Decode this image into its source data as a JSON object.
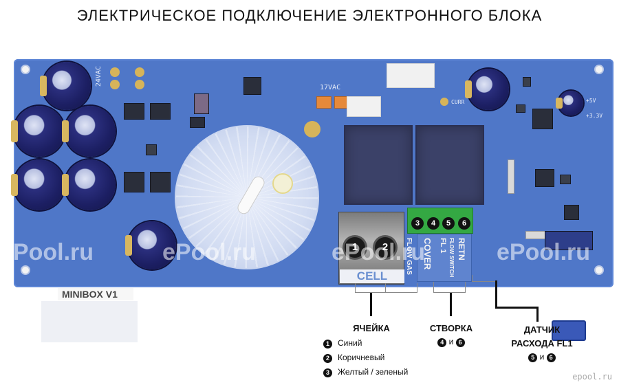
{
  "title": "ЭЛЕКТРИЧЕСКОЕ ПОДКЛЮЧЕНИЕ ЭЛЕКТРОННОГО БЛОКА",
  "board": {
    "name": "MINIBOX V1",
    "silk": {
      "v24": "24VAC",
      "v17": "17VAC",
      "plus5": "+5V",
      "plus33": "+3.3V",
      "curr": "CURR"
    },
    "terminal_cell": {
      "label": "CELL",
      "screw1": "1",
      "screw2": "2",
      "side_label": "FLOW GAS"
    },
    "terminal_green": {
      "dots": [
        "3",
        "4",
        "5",
        "6"
      ],
      "labels": [
        "COVER",
        "FL 1",
        "FLOW SWITCH",
        "RETN"
      ]
    },
    "watermark": "ePool.ru"
  },
  "captions": {
    "cell": {
      "title": "ЯЧЕЙКА",
      "items": [
        {
          "num": "1",
          "text": "Синий"
        },
        {
          "num": "2",
          "text": "Коричневый"
        },
        {
          "num": "3",
          "text": "Желтый / зеленый"
        }
      ]
    },
    "cover": {
      "title": "СТВОРКА",
      "num_a": "4",
      "and": "и",
      "num_b": "6"
    },
    "flow": {
      "title_line1": "ДАТЧИК",
      "title_line2": "РАСХОДА FL1",
      "num_a": "5",
      "and": "и",
      "num_b": "6"
    }
  },
  "brand": "epool.ru"
}
